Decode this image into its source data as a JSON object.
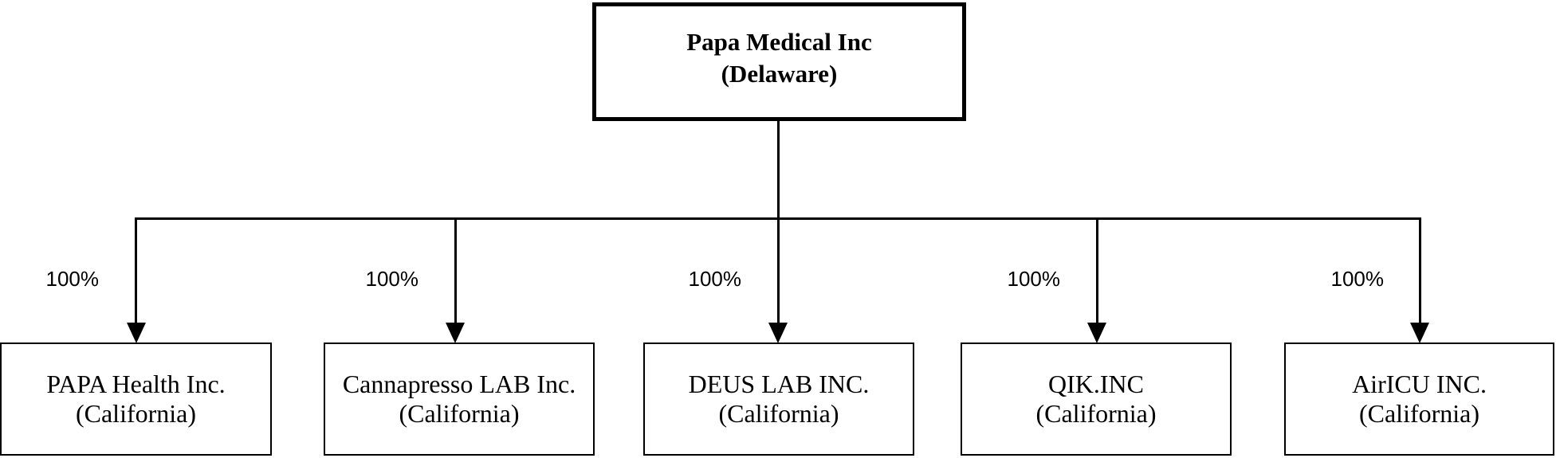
{
  "diagram": {
    "parent": {
      "name": "Papa Medical Inc",
      "jurisdiction": "(Delaware)"
    },
    "subsidiaries": [
      {
        "name": "PAPA Health Inc.",
        "jurisdiction": "(California)",
        "ownership": "100%"
      },
      {
        "name": "Cannapresso LAB Inc.",
        "jurisdiction": "(California)",
        "ownership": "100%"
      },
      {
        "name": "DEUS LAB INC.",
        "jurisdiction": "(California)",
        "ownership": "100%"
      },
      {
        "name": "QIK.INC",
        "jurisdiction": "(California)",
        "ownership": "100%"
      },
      {
        "name": "AirICU INC.",
        "jurisdiction": "(California)",
        "ownership": "100%"
      }
    ],
    "colors": {
      "line": "#000000",
      "text": "#000000",
      "background": "#ffffff"
    }
  }
}
